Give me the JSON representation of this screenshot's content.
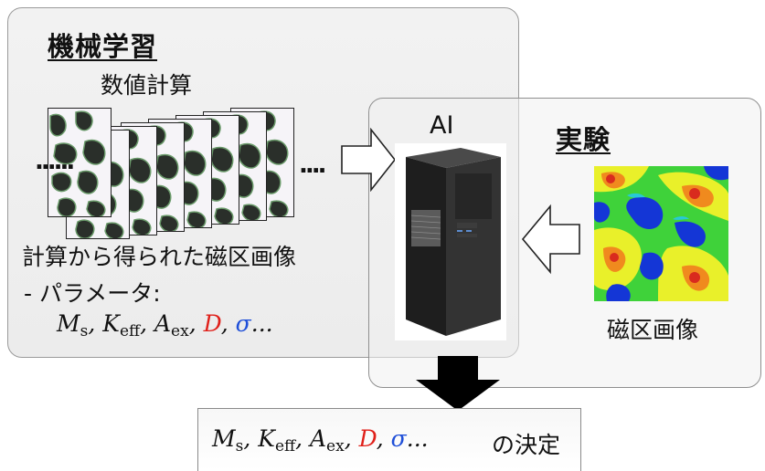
{
  "ml_section": {
    "title": "機械学習",
    "numerical_label": "数値計算",
    "dots_left": "......",
    "dots_right": "....",
    "computed_images_label": "計算から得られた磁区画像",
    "parameters_label": "- パラメータ:"
  },
  "math_params": {
    "M": "M",
    "M_sub": "s",
    "K": "K",
    "K_sub": "eff",
    "A": "A",
    "A_sub": "ex",
    "D": "D",
    "sigma": "σ",
    "ellipsis": "..."
  },
  "exp_section": {
    "title": "実験",
    "image_label": "磁区画像"
  },
  "ai_label": "AI",
  "result": {
    "suffix": "の決定"
  },
  "colors": {
    "D_color": "#e0201a",
    "sigma_color": "#1f4fd8",
    "panel_border": "#8a8a8a"
  }
}
